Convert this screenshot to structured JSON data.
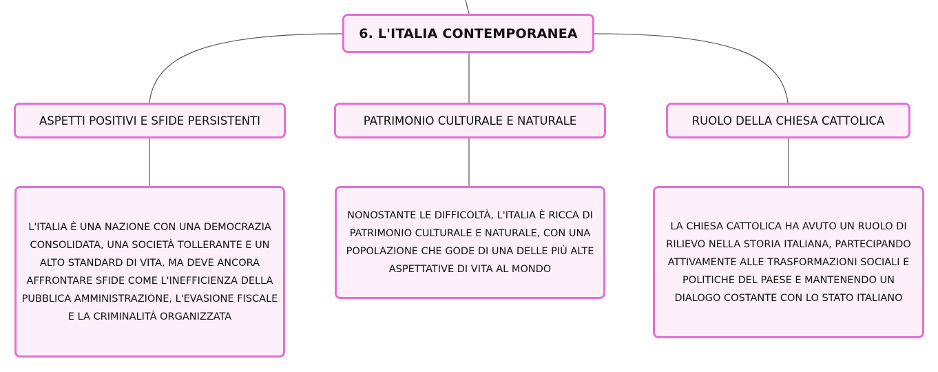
{
  "diagram": {
    "root": {
      "label": "6. L'ITALIA CONTEMPORANEA"
    },
    "branches": [
      {
        "label": "ASPETTI POSITIVI E SFIDE PERSISTENTI",
        "detail": "L'ITALIA È UNA NAZIONE CON UNA DEMOCRAZIA CONSOLIDATA, UNA SOCIETÀ TOLLERANTE E UN ALTO STANDARD DI VITA, MA DEVE ANCORA AFFRONTARE SFIDE COME L'INEFFICIENZA DELLA PUBBLICA AMMINISTRAZIONE, L'EVASIONE FISCALE E LA CRIMINALITÀ ORGANIZZATA"
      },
      {
        "label": "PATRIMONIO CULTURALE E NATURALE",
        "detail": "NONOSTANTE LE DIFFICOLTÀ, L'ITALIA È RICCA DI PATRIMONIO CULTURALE E NATURALE, CON UNA POPOLAZIONE CHE GODE DI UNA DELLE PIÙ ALTE ASPETTATIVE DI VITA AL MONDO"
      },
      {
        "label": "RUOLO DELLA CHIESA CATTOLICA",
        "detail": "LA CHIESA CATTOLICA HA AVUTO UN RUOLO DI RILIEVO NELLA STORIA ITALIANA, PARTECIPANDO ATTIVAMENTE ALLE TRASFORMAZIONI SOCIALI E POLITICHE DEL PAESE E MANTENENDO UN DIALOGO COSTANTE CON LO STATO ITALIANO"
      }
    ]
  },
  "colors": {
    "node_border": "#e46fd6",
    "node_fill": "#fdf0fb",
    "connector": "#555555"
  }
}
